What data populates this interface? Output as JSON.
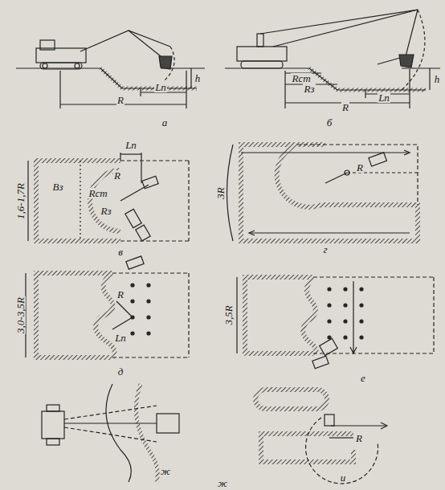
{
  "diagram": {
    "labels": [
      "h",
      "R",
      "Lп",
      "а",
      "Rст",
      "h",
      "Rз",
      "Lп",
      "R",
      "б",
      "1,6-1,7R",
      "Lп",
      "Вз",
      "Rст",
      "R",
      "Rз",
      "в",
      "3R",
      "R",
      "г",
      "3,0-3,5R",
      "R",
      "Lп",
      "д",
      "3,5R",
      "е",
      "ж",
      "R",
      "и",
      "ж"
    ]
  }
}
